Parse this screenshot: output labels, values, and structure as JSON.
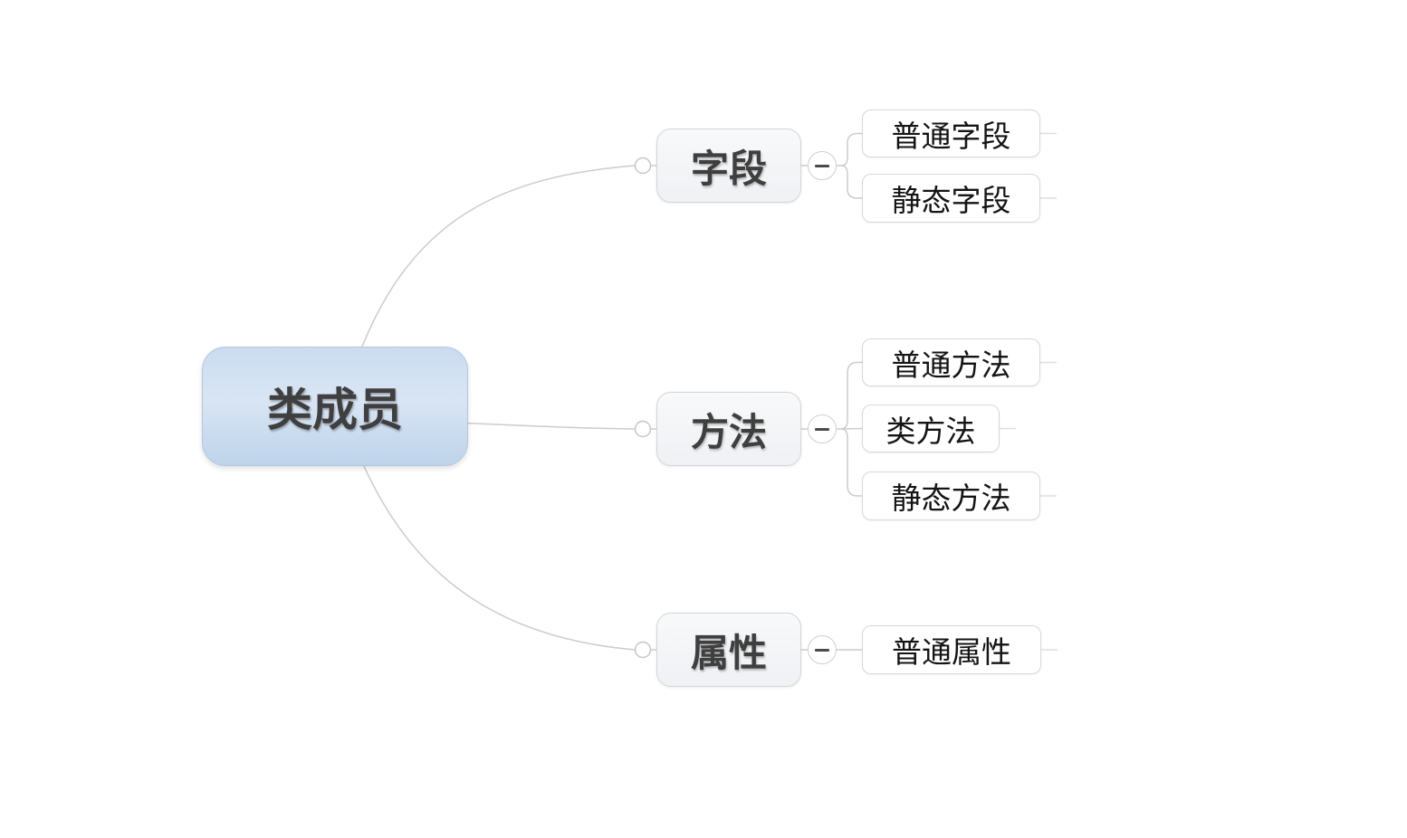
{
  "mindmap": {
    "root": {
      "label": "类成员"
    },
    "branches": [
      {
        "label": "字段",
        "children": [
          {
            "label": "普通字段"
          },
          {
            "label": "静态字段"
          }
        ]
      },
      {
        "label": "方法",
        "children": [
          {
            "label": "普通方法"
          },
          {
            "label": "类方法"
          },
          {
            "label": "静态方法"
          }
        ]
      },
      {
        "label": "属性",
        "children": [
          {
            "label": "普通属性"
          }
        ]
      }
    ],
    "collapse_buttons": {
      "state": "expanded",
      "glyph": "−"
    },
    "colors": {
      "root_fill_top": "#cbdcf0",
      "root_fill_bottom": "#bed3ea",
      "root_border": "#b4c7e0",
      "branch_fill": "#f4f5f7",
      "branch_border": "#d4d6d9",
      "child_fill": "#ffffff",
      "child_border": "#d8d8d8",
      "connector_line": "#cccccc",
      "text_dark": "#3f3f3f"
    }
  }
}
